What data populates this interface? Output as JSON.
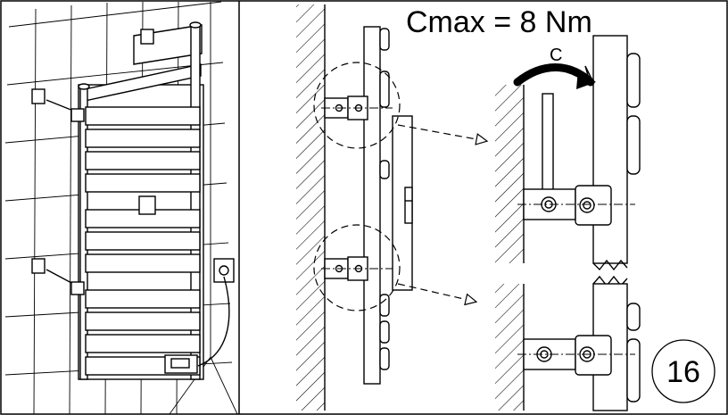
{
  "torque_label": "Cmax = 8 Nm",
  "torque_symbol": "C",
  "step_number": "16"
}
